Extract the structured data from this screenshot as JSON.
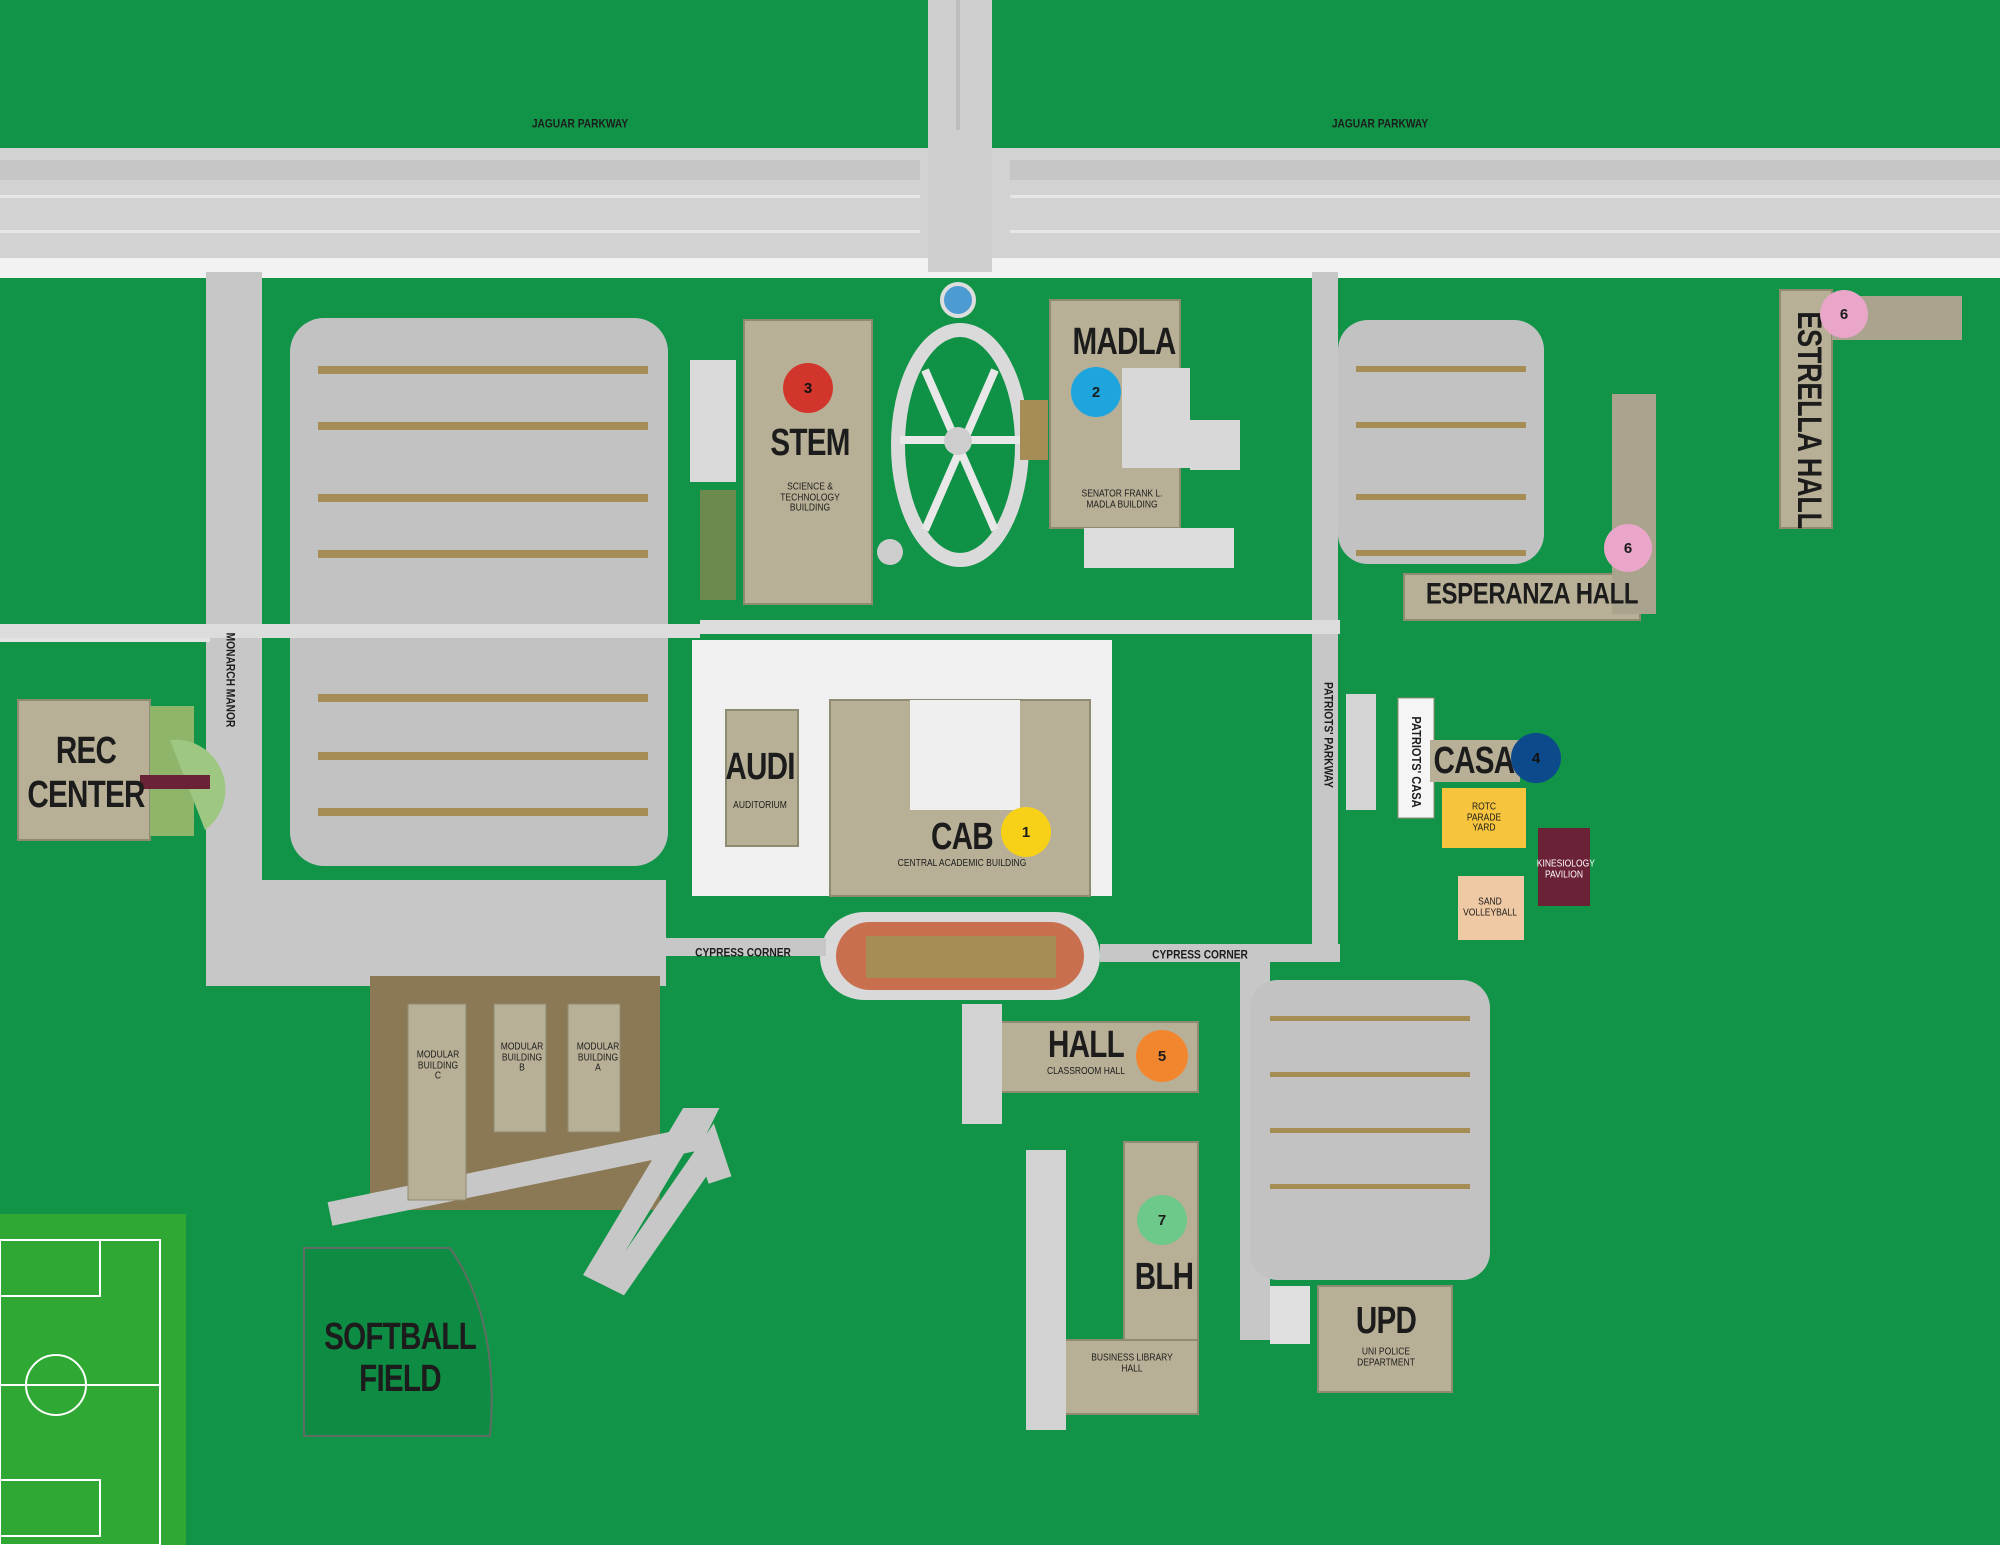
{
  "roads": {
    "jaguar_parkway_west": "JAGUAR PARKWAY",
    "jaguar_parkway_east": "JAGUAR PARKWAY",
    "monarch_manor": "MONARCH MANOR",
    "patriots_parkway": "PATRIOTS' PARKWAY",
    "cypress_corner_west": "CYPRESS CORNER",
    "cypress_corner_east": "CYPRESS CORNER"
  },
  "buildings": {
    "stem": {
      "short": "STEM",
      "full": "SCIENCE & TECHNOLOGY BUILDING",
      "marker": "3"
    },
    "madla": {
      "short": "MADLA",
      "full": "SENATOR FRANK L. MADLA BUILDING",
      "marker": "2"
    },
    "estrella": {
      "short": "ESTRELLA HALL",
      "marker": "6"
    },
    "esperanza": {
      "short": "ESPERANZA HALL",
      "marker": "6"
    },
    "rec": {
      "line1": "REC",
      "line2": "CENTER"
    },
    "audi": {
      "short": "AUDI",
      "full": "AUDITORIUM"
    },
    "cab": {
      "short": "CAB",
      "full": "CENTRAL ACADEMIC BUILDING",
      "marker": "1"
    },
    "casa": {
      "short": "CASA",
      "vertical": "PATRIOTS' CASA",
      "marker": "4"
    },
    "rotc": {
      "label": "ROTC PARADE YARD"
    },
    "kinesiology": {
      "label": "KINESIOLOGY PAVILION"
    },
    "sand": {
      "label": "SAND VOLLEYBALL"
    },
    "hall": {
      "short": "HALL",
      "full": "CLASSROOM HALL",
      "marker": "5"
    },
    "modular_c": {
      "label": "MODULAR BUILDING C"
    },
    "modular_b": {
      "label": "MODULAR BUILDING B"
    },
    "modular_a": {
      "label": "MODULAR BUILDING A"
    },
    "blh": {
      "short": "BLH",
      "full": "BUSINESS LIBRARY HALL",
      "marker": "7"
    },
    "upd": {
      "short": "UPD",
      "full": "UNI POLICE DEPARTMENT"
    },
    "softball": {
      "line1": "SOFTBALL",
      "line2": "FIELD"
    }
  },
  "marker_colors": {
    "1": "#f7d117",
    "2": "#1ea5de",
    "3": "#d2352b",
    "4": "#0c4a8c",
    "5": "#f2862e",
    "6": "#e9a6c8",
    "7": "#6cc98a"
  },
  "colors": {
    "grass": "#119447",
    "building": "#b8b096",
    "pavement": "#c7c7c7",
    "walkway": "#eeeeee",
    "rotc_yard": "#f7c43e",
    "kinesiology": "#6b2236",
    "sand": "#efc9a4"
  }
}
